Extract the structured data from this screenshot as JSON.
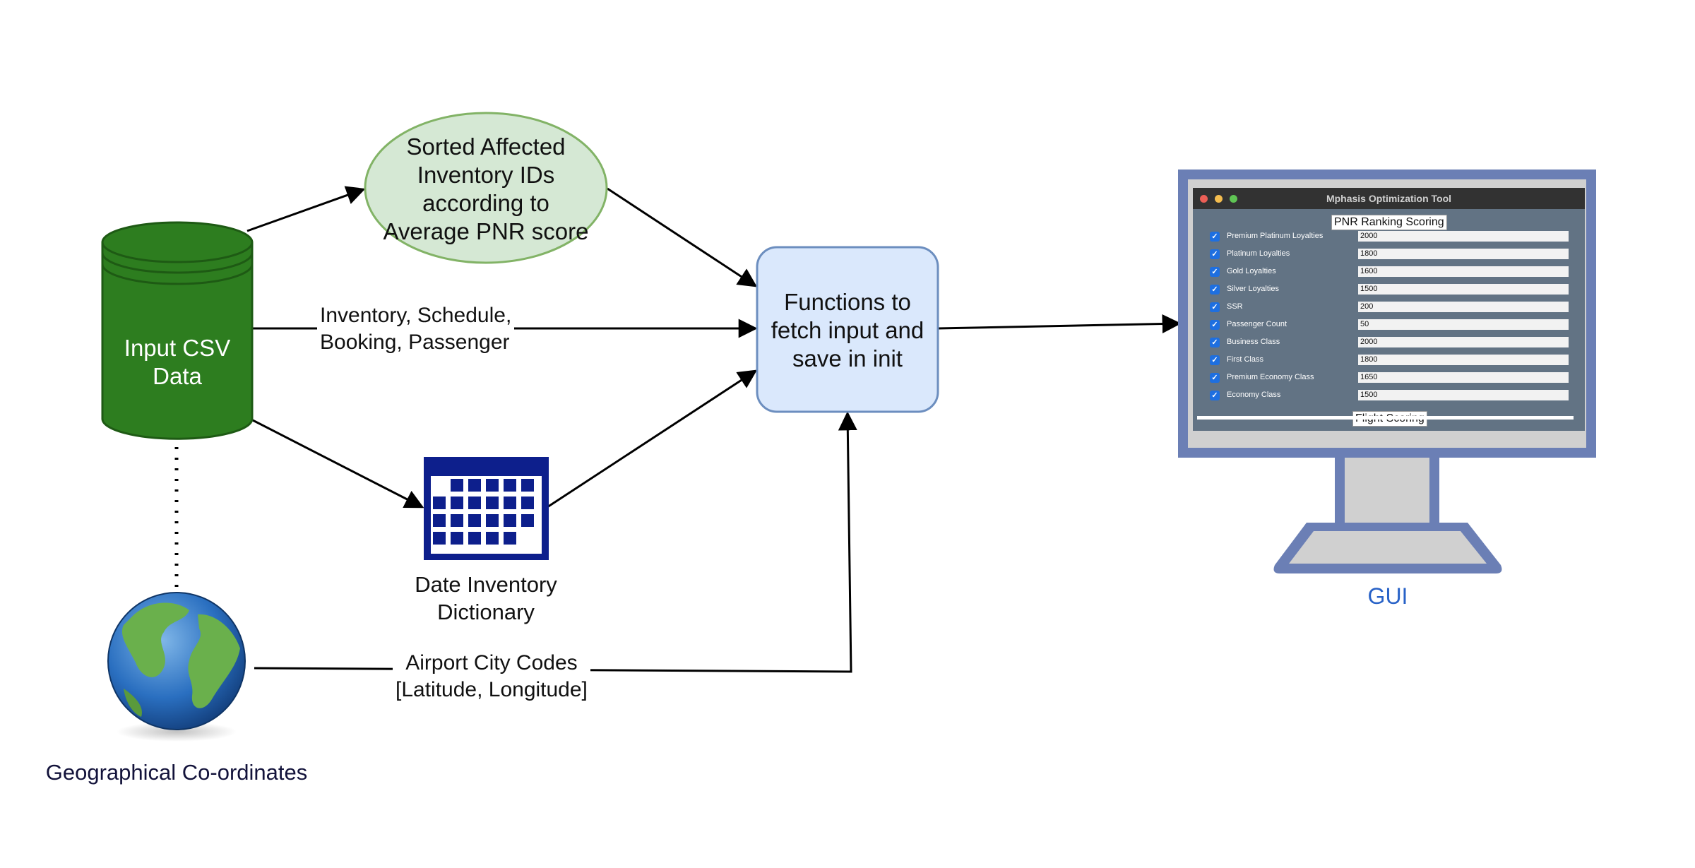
{
  "nodes": {
    "input_csv": "Input CSV\nData",
    "sorted_inventory": "Sorted Affected\nInventory IDs\naccording to\nAverage PNR score",
    "functions": "Functions to\nfetch input and\nsave in init",
    "date_inventory": "Date Inventory\nDictionary",
    "geo": "Geographical Co-ordinates",
    "gui": "GUI"
  },
  "edges": {
    "csv_to_functions": "Inventory, Schedule,\nBooking, Passenger",
    "geo_to_functions": "Airport City Codes\n[Latitude, Longitude]"
  },
  "icons": {
    "database": "database-cylinder-icon",
    "calendar": "calendar-icon",
    "globe": "globe-icon",
    "monitor": "monitor-icon"
  },
  "colors": {
    "database_fill": "#2d7d1f",
    "ellipse_fill": "#d5e8d4",
    "ellipse_stroke": "#82b366",
    "function_fill": "#dae8fc",
    "function_stroke": "#6c8ebf",
    "calendar": "#0d1f8c",
    "monitor_frame": "#6b7fb5",
    "gui_label": "#2862c7"
  },
  "gui_window": {
    "title": "Mphasis Optimization Tool",
    "section_pnr": "PNR Ranking Scoring",
    "section_flight": "Flight Scoring",
    "rows": [
      {
        "label": "Premium Platinum Loyalties",
        "value": "2000"
      },
      {
        "label": "Platinum Loyalties",
        "value": "1800"
      },
      {
        "label": "Gold Loyalties",
        "value": "1600"
      },
      {
        "label": "Silver Loyalties",
        "value": "1500"
      },
      {
        "label": "SSR",
        "value": "200"
      },
      {
        "label": "Passenger Count",
        "value": "50"
      },
      {
        "label": "Business Class",
        "value": "2000"
      },
      {
        "label": "First Class",
        "value": "1800"
      },
      {
        "label": "Premium Economy Class",
        "value": "1650"
      },
      {
        "label": "Economy Class",
        "value": "1500"
      }
    ]
  }
}
